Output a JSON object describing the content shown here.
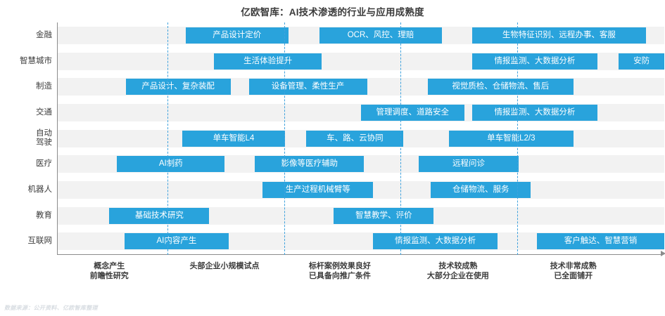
{
  "title": "亿欧智库：AI技术渗透的行业与应用成熟度",
  "footer": "数据来源：公开资料、亿欧智库整理",
  "colors": {
    "bar": "#29a3dc",
    "band": "#f2f2f2",
    "gridline": "#3fa2dd",
    "axis": "#8c8c8c",
    "text": "#3b3b3b",
    "bar_text": "#ffffff"
  },
  "chart_data": {
    "type": "bar",
    "subtype": "horizontal-range-timeline",
    "title": "亿欧智库：AI技术渗透的行业与应用成熟度",
    "xlabel": "",
    "ylabel": "",
    "grid": true,
    "legend": "none",
    "xlim": [
      0,
      100
    ],
    "x_axis_direction": "maturity-increasing",
    "gridline_positions": [
      18.1,
      37.4,
      56.5,
      75.8
    ],
    "categories": [
      "金融",
      "智慧城市",
      "制造",
      "交通",
      "自动驾驶",
      "医疗",
      "机器人",
      "教育",
      "互联网"
    ],
    "stages": [
      {
        "label": "概念产生\n前瞻性研究",
        "center": 8.5
      },
      {
        "label": "头部企业小规模试点",
        "center": 27.5
      },
      {
        "label": "标杆案例效果良好\n已具备向推广条件",
        "center": 46.5
      },
      {
        "label": "技术较成熟\n大部分企业在使用",
        "center": 66.0
      },
      {
        "label": "技术非常成熟\n已全面铺开",
        "center": 85.0
      }
    ],
    "rows": [
      {
        "category": "金融",
        "items": [
          {
            "label": "产品设计定价",
            "start": 21.1,
            "end": 38.0
          },
          {
            "label": "OCR、风控、理赔",
            "start": 43.2,
            "end": 63.3
          },
          {
            "label": "生物特征识别、远程办事、客服",
            "start": 68.3,
            "end": 97.0
          }
        ]
      },
      {
        "category": "智慧城市",
        "items": [
          {
            "label": "生活体验提升",
            "start": 25.8,
            "end": 43.5
          },
          {
            "label": "情报监测、大数据分析",
            "start": 68.3,
            "end": 89.0
          },
          {
            "label": "安防",
            "start": 92.5,
            "end": 100.0
          }
        ]
      },
      {
        "category": "制造",
        "items": [
          {
            "label": "产品设计、复杂装配",
            "start": 11.2,
            "end": 28.5
          },
          {
            "label": "设备管理、柔性生产",
            "start": 31.5,
            "end": 51.0
          },
          {
            "label": "视觉质检、仓储物流、售后",
            "start": 61.0,
            "end": 85.0
          }
        ]
      },
      {
        "category": "交通",
        "items": [
          {
            "label": "管理调度、道路安全",
            "start": 50.0,
            "end": 67.0
          },
          {
            "label": "情报监测、大数据分析",
            "start": 68.3,
            "end": 89.0
          }
        ]
      },
      {
        "category": "自动驾驶",
        "items": [
          {
            "label": "单车智能L4",
            "start": 20.5,
            "end": 37.5
          },
          {
            "label": "车、路、云协同",
            "start": 41.0,
            "end": 57.0
          },
          {
            "label": "单车智能L2/3",
            "start": 64.5,
            "end": 85.0
          }
        ]
      },
      {
        "category": "医疗",
        "items": [
          {
            "label": "AI制药",
            "start": 9.8,
            "end": 27.5
          },
          {
            "label": "影像等医疗辅助",
            "start": 32.5,
            "end": 50.5
          },
          {
            "label": "远程问诊",
            "start": 59.5,
            "end": 76.0
          }
        ]
      },
      {
        "category": "机器人",
        "items": [
          {
            "label": "生产过程机械臂等",
            "start": 33.8,
            "end": 52.0
          },
          {
            "label": "仓储物流、服务",
            "start": 61.5,
            "end": 78.0
          }
        ]
      },
      {
        "category": "教育",
        "items": [
          {
            "label": "基础技术研究",
            "start": 8.5,
            "end": 25.0
          },
          {
            "label": "智慧教学、评价",
            "start": 45.5,
            "end": 62.0
          }
        ]
      },
      {
        "category": "互联网",
        "items": [
          {
            "label": "AI内容产生",
            "start": 11.0,
            "end": 28.2
          },
          {
            "label": "情报监测、大数据分析",
            "start": 52.0,
            "end": 72.5
          },
          {
            "label": "客户触达、智慧营销",
            "start": 79.0,
            "end": 100.0
          }
        ]
      }
    ]
  }
}
